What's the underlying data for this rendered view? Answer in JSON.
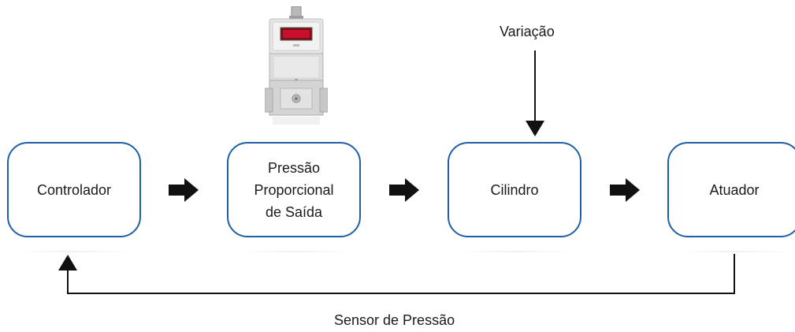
{
  "diagram": {
    "nodes": [
      {
        "id": "controlador",
        "label": "Controlador"
      },
      {
        "id": "pressao",
        "label": "Pressão\nProporcional\nde Saída"
      },
      {
        "id": "cilindro",
        "label": "Cilindro"
      },
      {
        "id": "atuador",
        "label": "Atuador"
      }
    ],
    "input_label": "Variação",
    "feedback_label": "Sensor de Pressão",
    "device_image": "pressure-regulator-device",
    "colors": {
      "box_border": "#1f5fa6",
      "arrow": "#111111",
      "device_display": "#c8102e"
    }
  }
}
